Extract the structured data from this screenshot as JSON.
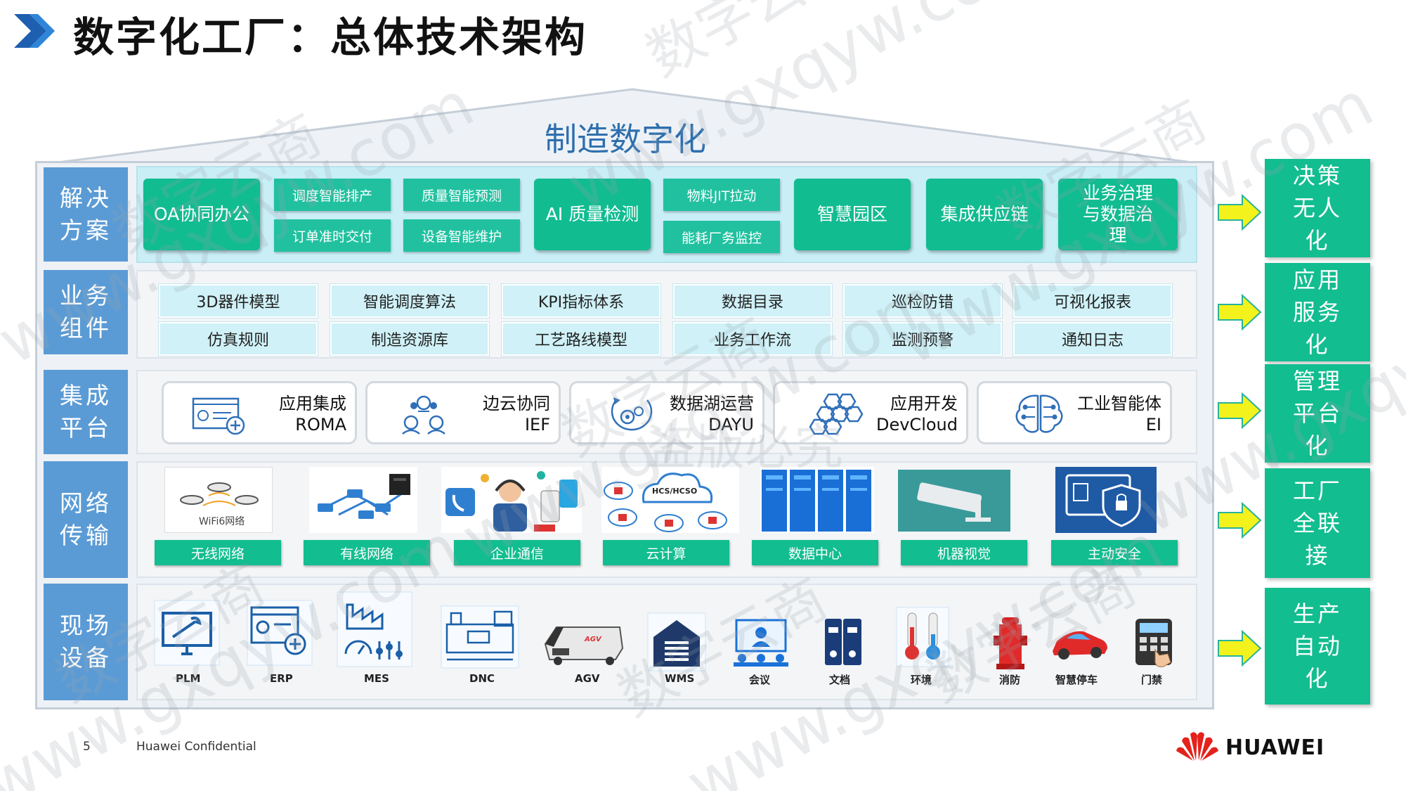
{
  "header": {
    "title": "数字化工厂：总体技术架构"
  },
  "roof_title": "制造数字化",
  "layers": [
    {
      "label": "解决方案"
    },
    {
      "label": "业务组件"
    },
    {
      "label": "集成平台"
    },
    {
      "label": "网络传输"
    },
    {
      "label": "现场设备"
    }
  ],
  "solutions": {
    "oa": "OA协同办公",
    "sched": "调度智能排产",
    "order": "订单准时交付",
    "quality": "质量智能预测",
    "maint": "设备智能维护",
    "ai": "AI 质量检测",
    "jit": "物料JIT拉动",
    "energy": "能耗厂务监控",
    "park": "智慧园区",
    "supply": "集成供应链",
    "gov": "业务治理与数据治理"
  },
  "components": [
    "3D器件模型",
    "智能调度算法",
    "KPI指标体系",
    "数据目录",
    "巡检防错",
    "可视化报表",
    "仿真规则",
    "制造资源库",
    "工艺路线模型",
    "业务工作流",
    "监测预警",
    "通知日志"
  ],
  "platforms": [
    {
      "line1": "应用集成",
      "line2": "ROMA",
      "icon": "app-integration-icon"
    },
    {
      "line1": "边云协同",
      "line2": "IEF",
      "icon": "edge-cloud-icon"
    },
    {
      "line1": "数据湖运营",
      "line2": "DAYU",
      "icon": "data-lake-icon"
    },
    {
      "line1": "应用开发",
      "line2": "DevCloud",
      "icon": "hexagon-cluster-icon"
    },
    {
      "line1": "工业智能体",
      "line2": "EI",
      "icon": "brain-circuit-icon"
    }
  ],
  "network": [
    {
      "label": "无线网络",
      "img_text": "WiFi6网络"
    },
    {
      "label": "有线网络"
    },
    {
      "label": "企业通信"
    },
    {
      "label": "云计算",
      "img_text": "HCS/HCSO"
    },
    {
      "label": "数据中心"
    },
    {
      "label": "机器视觉"
    },
    {
      "label": "主动安全"
    }
  ],
  "devices": [
    "PLM",
    "ERP",
    "MES",
    "DNC",
    "AGV",
    "WMS",
    "会议",
    "文档",
    "环境",
    "消防",
    "智慧停车",
    "门禁"
  ],
  "agv_text": "AGV",
  "right_boxes": [
    "决策无人化",
    "应用服务化",
    "管理平台化",
    "工厂全联接",
    "生产自动化"
  ],
  "footer": {
    "page": "5",
    "confidential": "Huawei Confidential"
  },
  "brand": "HUAWEI",
  "watermark": {
    "site": "www.gxqyw.com",
    "cn": "数字云商",
    "stamp": "盗版必究"
  },
  "colors": {
    "accent_green": "#12bd90",
    "layer_blue": "#5b9bd5",
    "title_blue": "#2e6fae",
    "arrow_yellow": "#f4f21c"
  }
}
